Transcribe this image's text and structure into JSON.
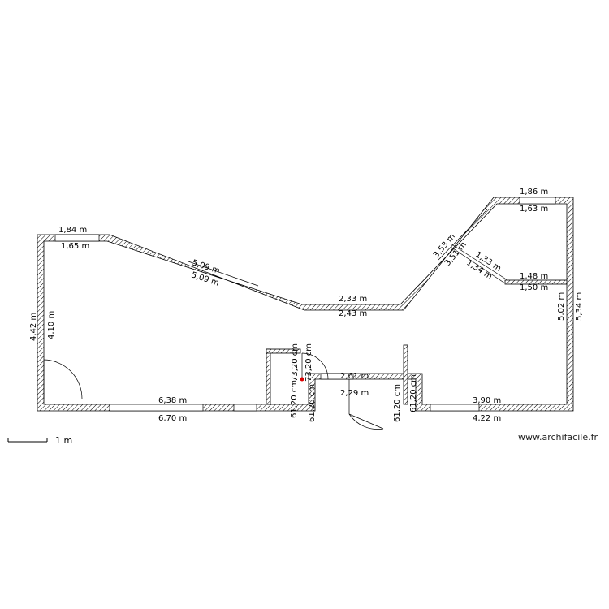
{
  "plan": {
    "scale_label": "1 m",
    "watermark": "www.archifacile.fr",
    "dims": {
      "top_left_outer": "1,84 m",
      "top_left_inner": "1,65 m",
      "slope_outer": "5,09 m",
      "slope_inner": "5,09 m",
      "mid_outer": "2,33 m",
      "mid_inner": "2,43 m",
      "right_slope_outer": "3,53 m",
      "right_slope_inner": "3,51 m",
      "diag_a": "1,33 m",
      "diag_b": "1,34 m",
      "top_right_outer": "1,86 m",
      "top_right_inner": "1,63 m",
      "inner_wall_top": "1,48 m",
      "inner_wall_bottom": "1,50 m",
      "right_inner": "5,02 m",
      "right_outer": "5,34 m",
      "left_outer": "4,42 m",
      "left_inner": "4,10 m",
      "bottom_left_inner": "6,38 m",
      "bottom_left_outer": "6,70 m",
      "bottom_right_inner": "3,90 m",
      "bottom_right_outer": "4,22 m",
      "passage_top": "2,61 m",
      "passage_bottom": "2,29 m",
      "cm_a": "73,20 cm",
      "cm_b": "73,20 cm",
      "cm_c": "61,20 cm",
      "cm_d": "61,20 cm",
      "cm_e": "61,20 cm"
    }
  }
}
